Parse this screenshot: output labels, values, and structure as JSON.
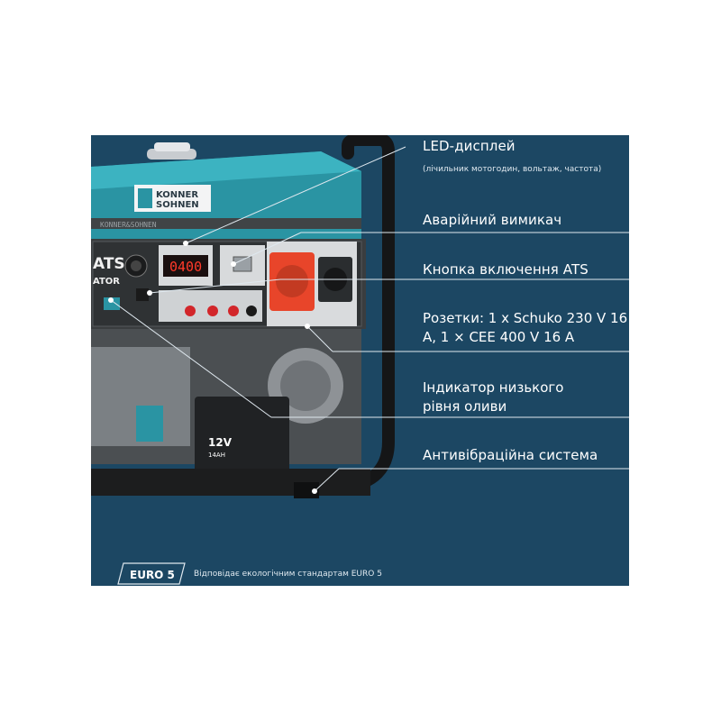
{
  "brand": {
    "logo_line1": "KONNER",
    "logo_line2": "SOHNEN",
    "panel_text_ats": "ATS",
    "panel_text_ator": "ATOR",
    "display_value": "0400",
    "battery_voltage": "12V",
    "battery_capacity": "14AH"
  },
  "callouts": [
    {
      "title": "LED-дисплей",
      "subtitle": "(лічильник мотогодин, вольтаж, частота)"
    },
    {
      "title": "Аварійний вимикач"
    },
    {
      "title": "Кнопка включення ATS"
    },
    {
      "title": "Розетки: 1 x Schuko 230 V 16 A, 1 × CEE 400 V 16 A"
    },
    {
      "title": "Індикатор низького рівня оливи"
    },
    {
      "title": "Антивібраційна система"
    }
  ],
  "footer": {
    "badge": "EURO 5",
    "text": "Відповідає екологічним стандартам EURO 5"
  },
  "colors": {
    "background": "#1c4763",
    "tank": "#2b98a6",
    "frame": "#1a1a1a",
    "socket_red": "#e8452a"
  }
}
